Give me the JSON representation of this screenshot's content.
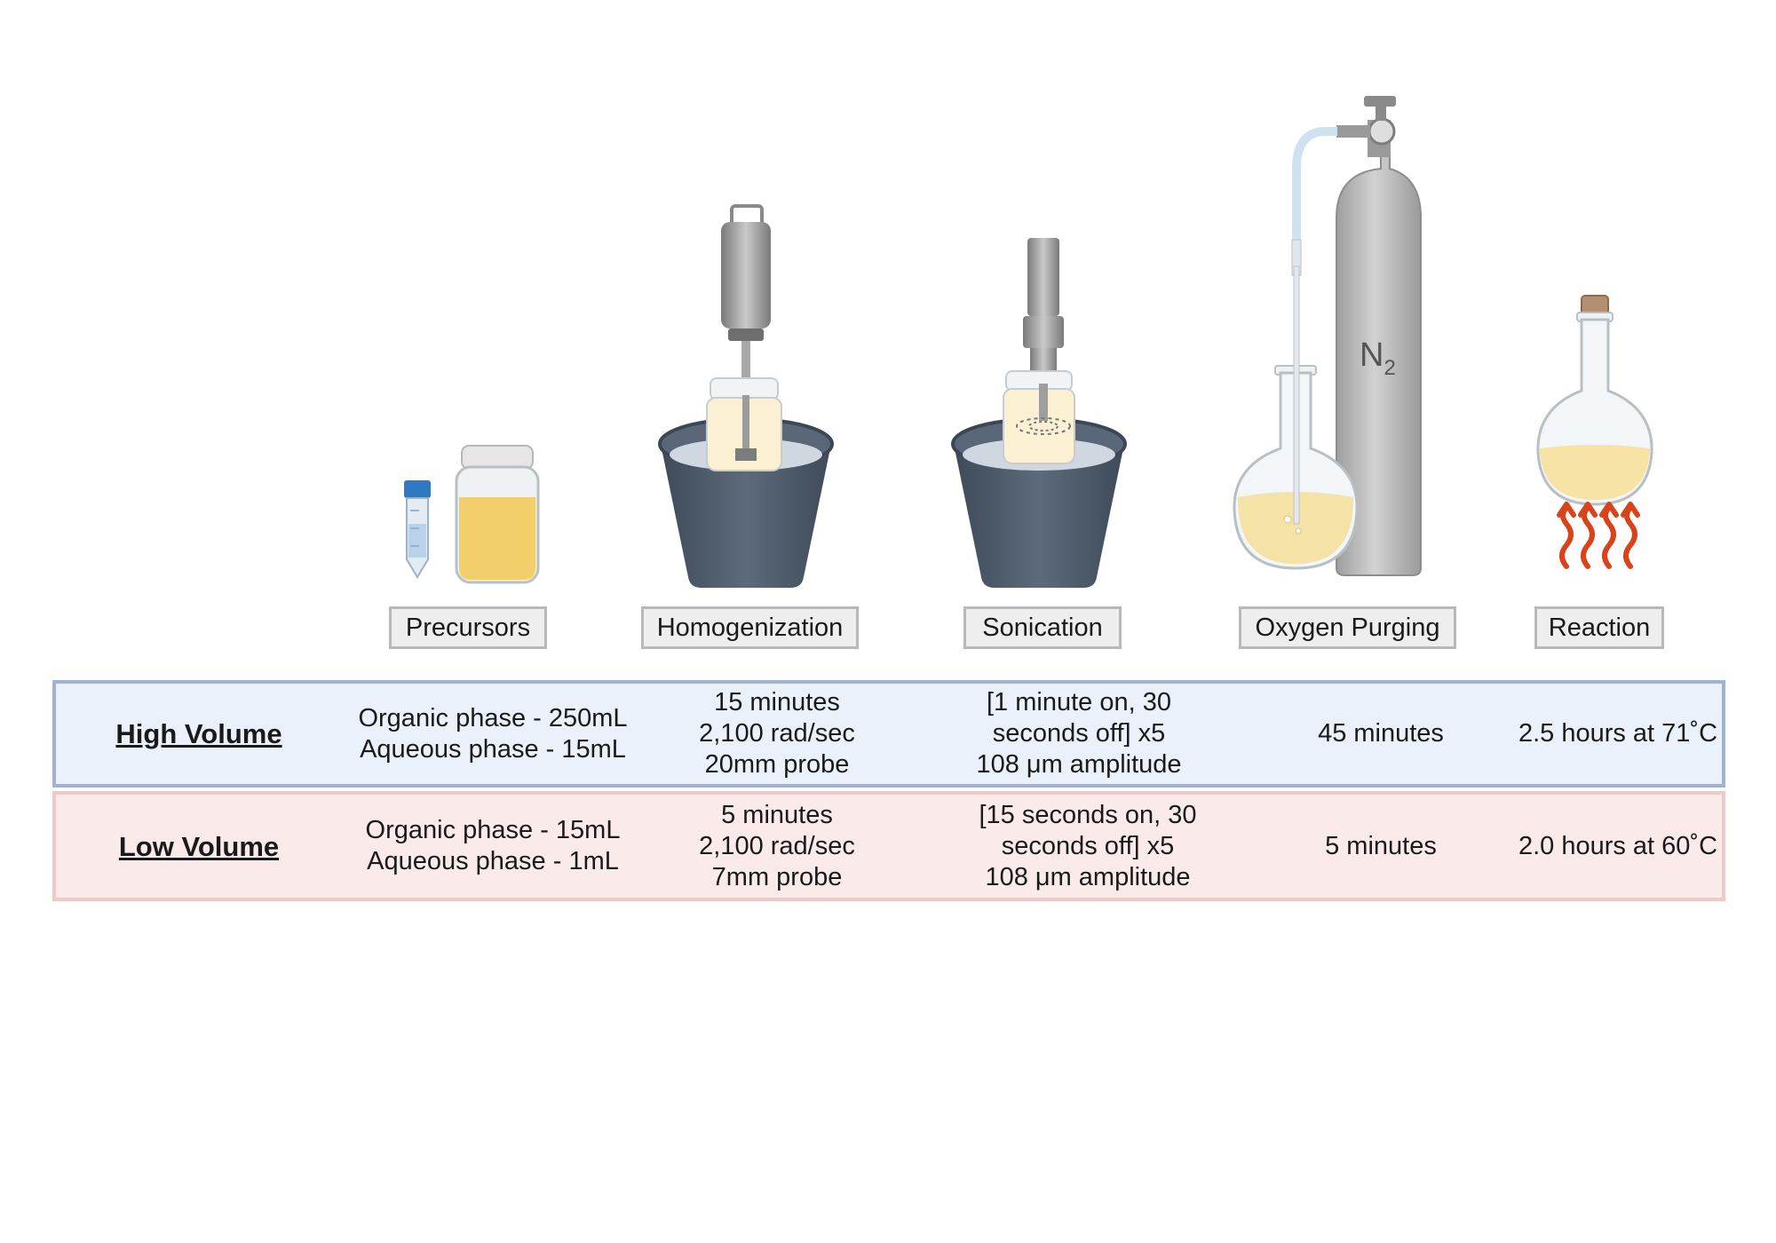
{
  "steps": [
    {
      "label": "Precursors"
    },
    {
      "label": "Homogenization"
    },
    {
      "label": "Sonication"
    },
    {
      "label": "Oxygen Purging"
    },
    {
      "label": "Reaction"
    }
  ],
  "cylinder_label": {
    "main": "N",
    "sub": "2"
  },
  "rows": [
    {
      "title": "High Volume",
      "precursors": [
        "Organic phase - 250mL",
        "Aqueous phase - 15mL"
      ],
      "homogenization": [
        "15 minutes",
        "2,100 rad/sec",
        "20mm probe"
      ],
      "sonication": [
        "[1 minute on, 30",
        "seconds off] x5",
        "108 μm amplitude"
      ],
      "purging": [
        "45 minutes"
      ],
      "reaction": [
        "2.5 hours at 71˚C"
      ]
    },
    {
      "title": "Low Volume",
      "precursors": [
        "Organic phase - 15mL",
        "Aqueous phase - 1mL"
      ],
      "homogenization": [
        "5 minutes",
        "2,100 rad/sec",
        "7mm probe"
      ],
      "sonication": [
        "[15 seconds on, 30",
        "seconds off] x5",
        "108 μm amplitude"
      ],
      "purging": [
        "5 minutes"
      ],
      "reaction": [
        "2.0 hours at 60˚C"
      ]
    }
  ],
  "colors": {
    "high_row_bg": "#eaf1fa",
    "high_row_border": "#9fb3d6",
    "low_row_bg": "#fbeaea",
    "low_row_border": "#f0c8c8",
    "liquid": "#f2cf6a",
    "ice_bucket": "#4f5d6e",
    "cylinder": "#bcbcbc",
    "heat": "#d9431c"
  }
}
